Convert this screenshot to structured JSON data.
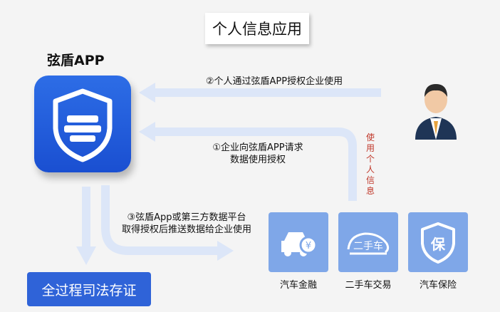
{
  "title": "个人信息应用",
  "app": {
    "name": "弦盾APP"
  },
  "steps": {
    "step2": "②个人通过弦盾APP授权企业使用",
    "step1_line1": "①企业向弦盾APP请求",
    "step1_line2": "数据使用授权",
    "step3_line1": "③弦盾App或第三方数据平台",
    "step3_line2": "取得授权后推送数据给企业使用",
    "use_personal_info": "使用个人信息"
  },
  "services": [
    {
      "label": "汽车金融",
      "icon": "car-yuan-icon"
    },
    {
      "label": "二手车交易",
      "icon": "used-car-icon",
      "icon_text": "二手车"
    },
    {
      "label": "汽车保险",
      "icon": "shield-bao-icon",
      "icon_text": "保"
    }
  ],
  "evidence_button": "全过程司法存证",
  "colors": {
    "brand_blue": "#1a4fd1",
    "service_blue": "#7fa7e8",
    "arrow_light": "#dce6f8",
    "red_text": "#c0392b"
  }
}
